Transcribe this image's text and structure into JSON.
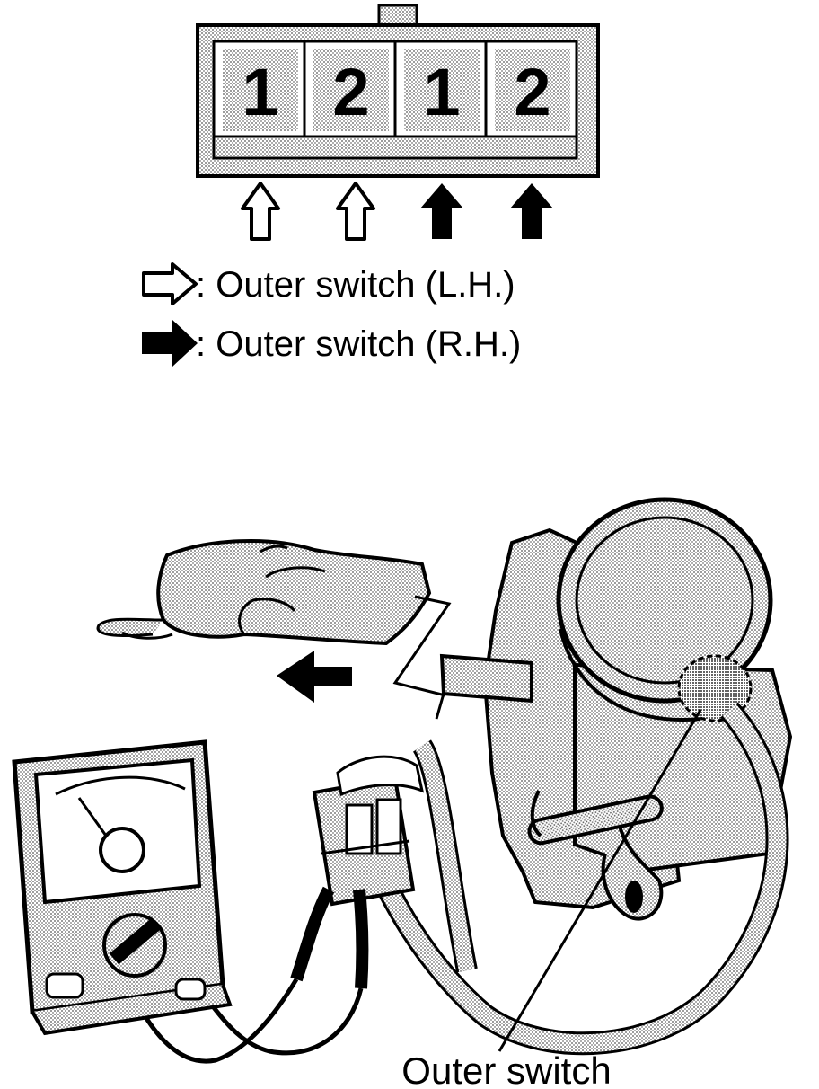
{
  "connector": {
    "pins": [
      "1",
      "2",
      "1",
      "2"
    ],
    "pin_arrows": [
      "outline",
      "outline",
      "filled",
      "filled"
    ]
  },
  "legend": {
    "items": [
      {
        "symbol": "outline-arrow-icon",
        "text": ": Outer switch (L.H.)"
      },
      {
        "symbol": "filled-arrow-icon",
        "text": ": Outer switch (R.H.)"
      }
    ]
  },
  "callout": {
    "label": "Outer switch"
  },
  "colors": {
    "ink": "#000000",
    "paper": "#ffffff",
    "halftone": "#b8b8b8"
  }
}
